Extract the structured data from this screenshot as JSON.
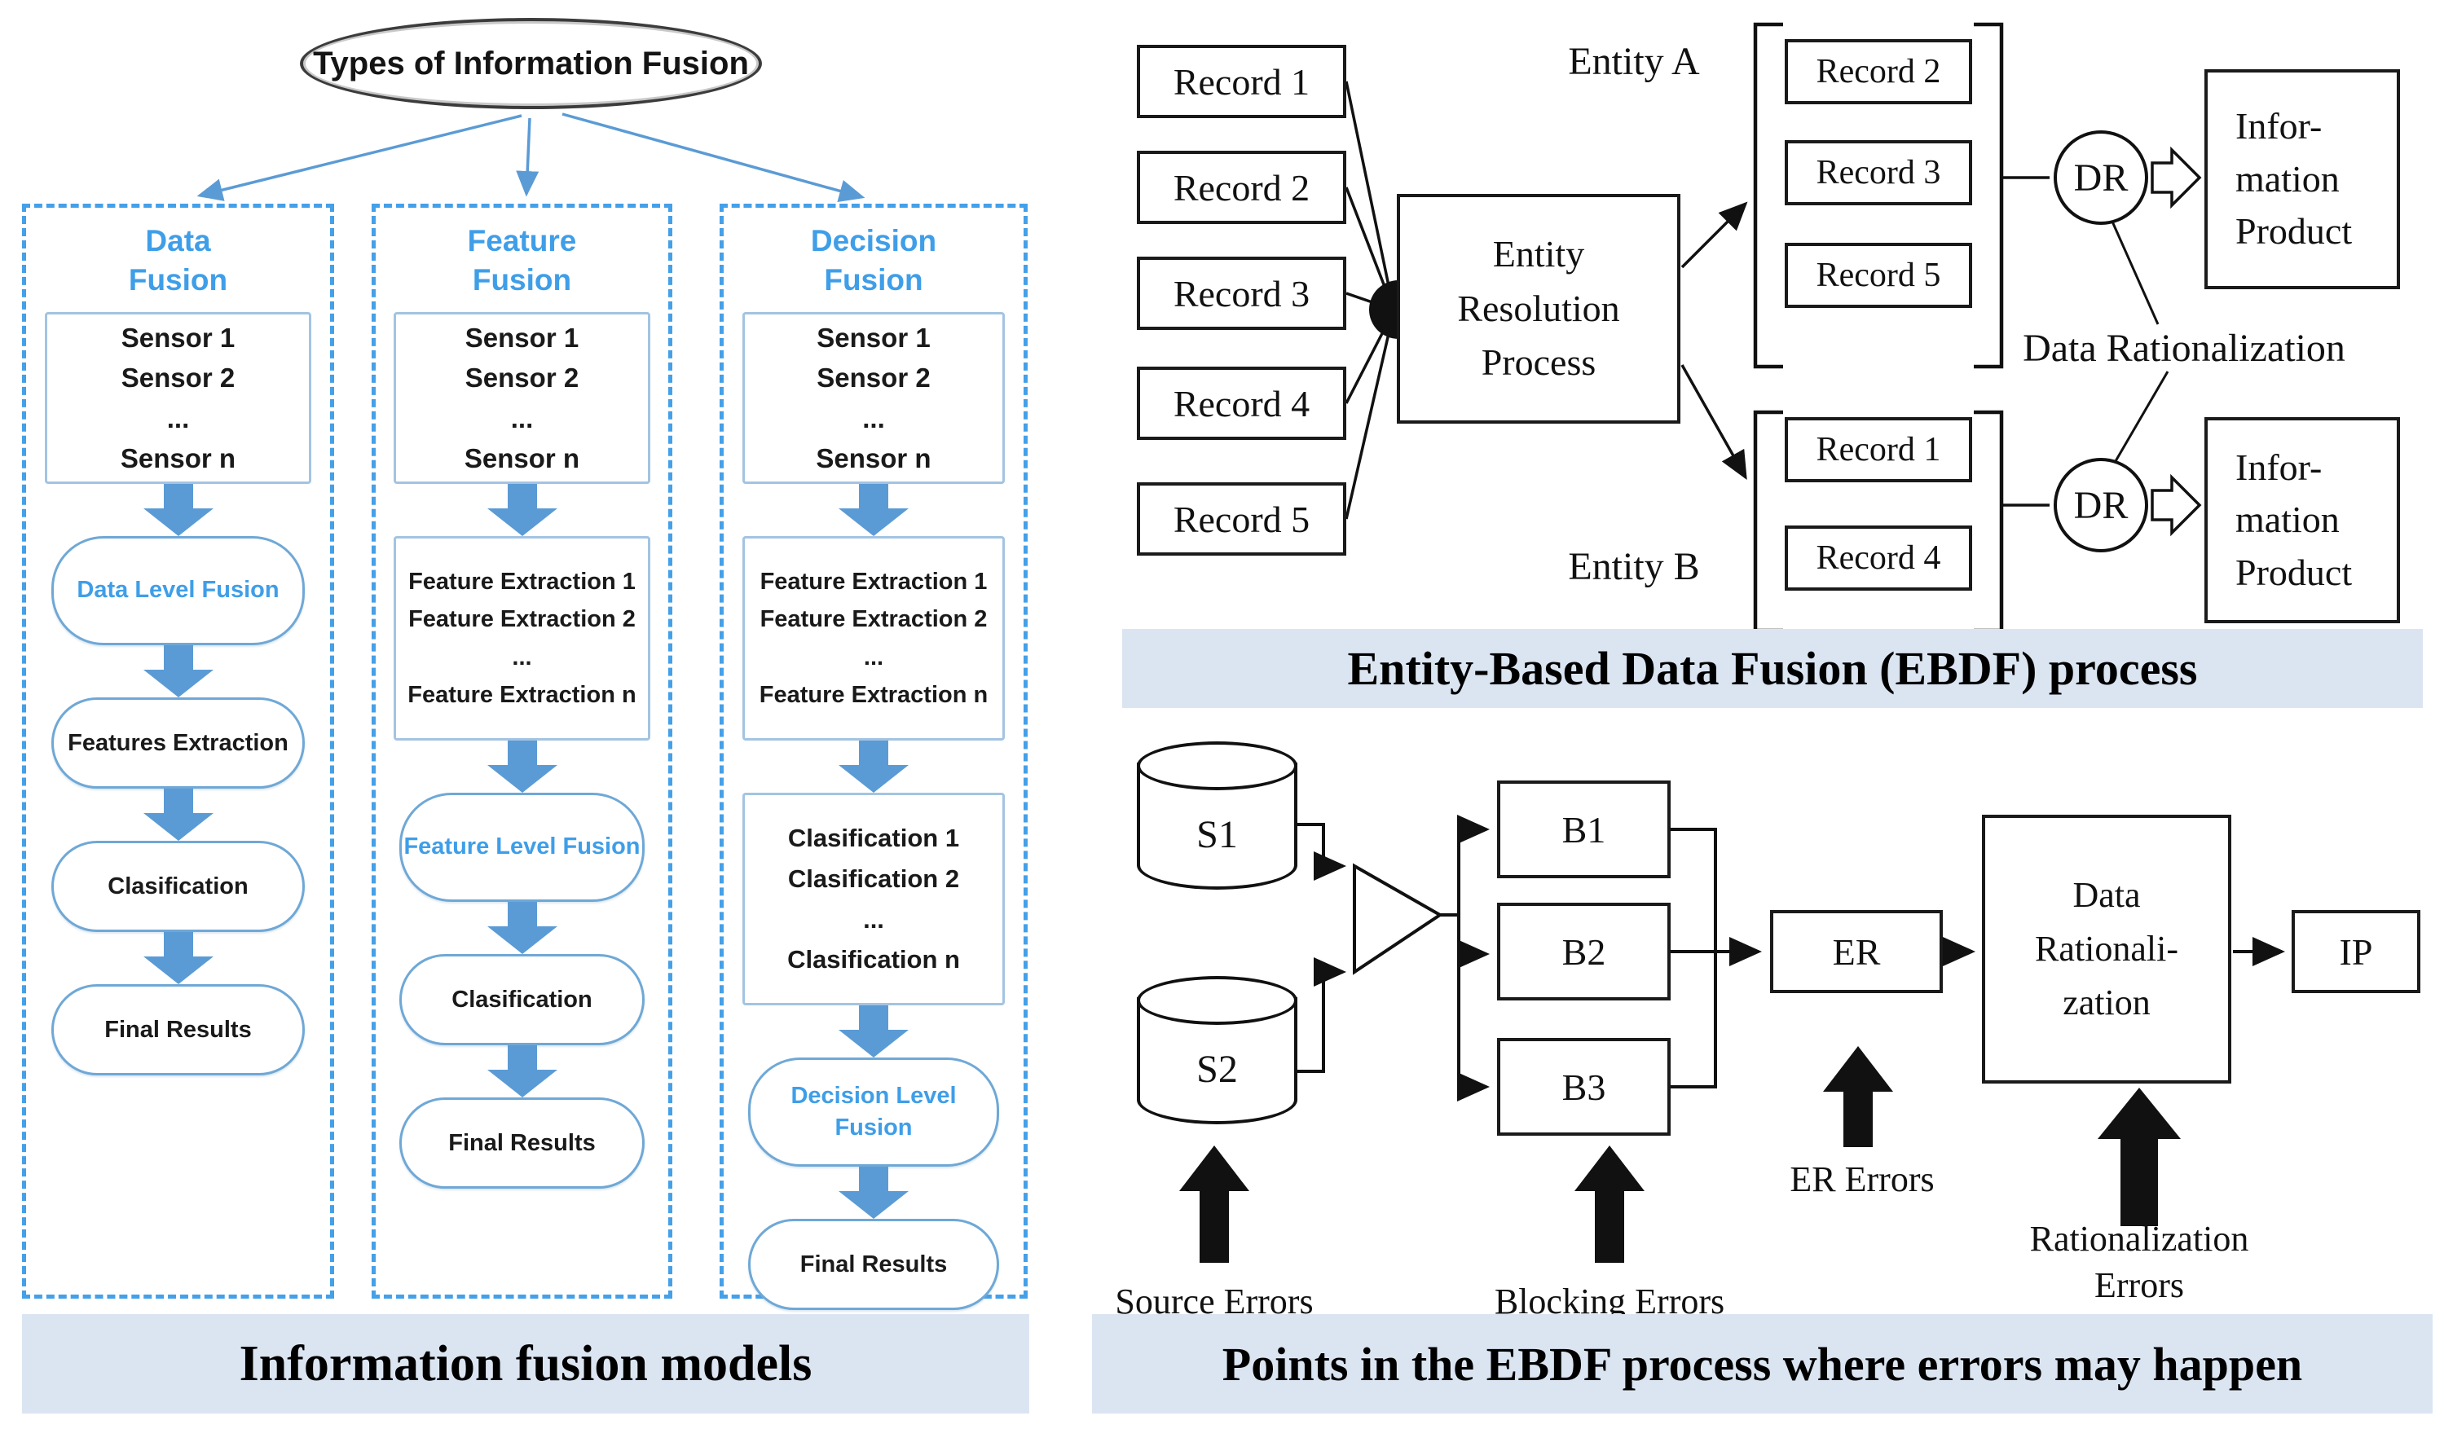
{
  "left": {
    "root": "Types of Information Fusion",
    "caption": "Information fusion models",
    "col1": {
      "title": "Data Fusion",
      "sensors": "Sensor 1\nSensor 2\n...\nSensor n",
      "s1": "Data Level Fusion",
      "s2": "Features Extraction",
      "s3": "Clasification",
      "s4": "Final Results"
    },
    "col2": {
      "title": "Feature Fusion",
      "sensors": "Sensor 1\nSensor 2\n...\nSensor n",
      "fe": "Feature Extraction 1\nFeature Extraction 2\n...\nFeature Extraction n",
      "s1": "Feature Level Fusion",
      "s2": "Clasification",
      "s3": "Final Results"
    },
    "col3": {
      "title": "Decision Fusion",
      "sensors": "Sensor 1\nSensor 2\n...\nSensor n",
      "fe": "Feature Extraction 1\nFeature Extraction 2\n...\nFeature Extraction n",
      "clas": "Clasification 1\nClasification 2\n...\nClasification n",
      "s1": "Decision Level Fusion",
      "s2": "Final Results"
    }
  },
  "ebdf": {
    "caption": "Entity-Based Data Fusion (EBDF) process",
    "sources": [
      "Record 1",
      "Record 2",
      "Record 3",
      "Record 4",
      "Record 5"
    ],
    "erp": "Entity\nResolution\nProcess",
    "entity_a": {
      "label": "Entity A",
      "records": [
        "Record 2",
        "Record 3",
        "Record 5"
      ]
    },
    "entity_b": {
      "label": "Entity B",
      "records": [
        "Record 1",
        "Record 4"
      ]
    },
    "dr": "DR",
    "info_product": "Infor-\nmation\nProduct",
    "data_rationalization": "Data Rationalization"
  },
  "errors": {
    "caption": "Points in the EBDF process where errors may happen",
    "s1": "S1",
    "s2": "S2",
    "b1": "B1",
    "b2": "B2",
    "b3": "B3",
    "er": "ER",
    "dr": "Data\nRationali-\nzation",
    "ip": "IP",
    "labels": {
      "source": "Source Errors",
      "blocking": "Blocking Errors",
      "er": "ER Errors",
      "rationalization": "Rationalization\nErrors"
    }
  },
  "colors": {
    "accent_blue": "#3f9ee8",
    "arrow_blue": "#5b9bd5",
    "band": "#dbe5f2",
    "ink": "#111111"
  }
}
